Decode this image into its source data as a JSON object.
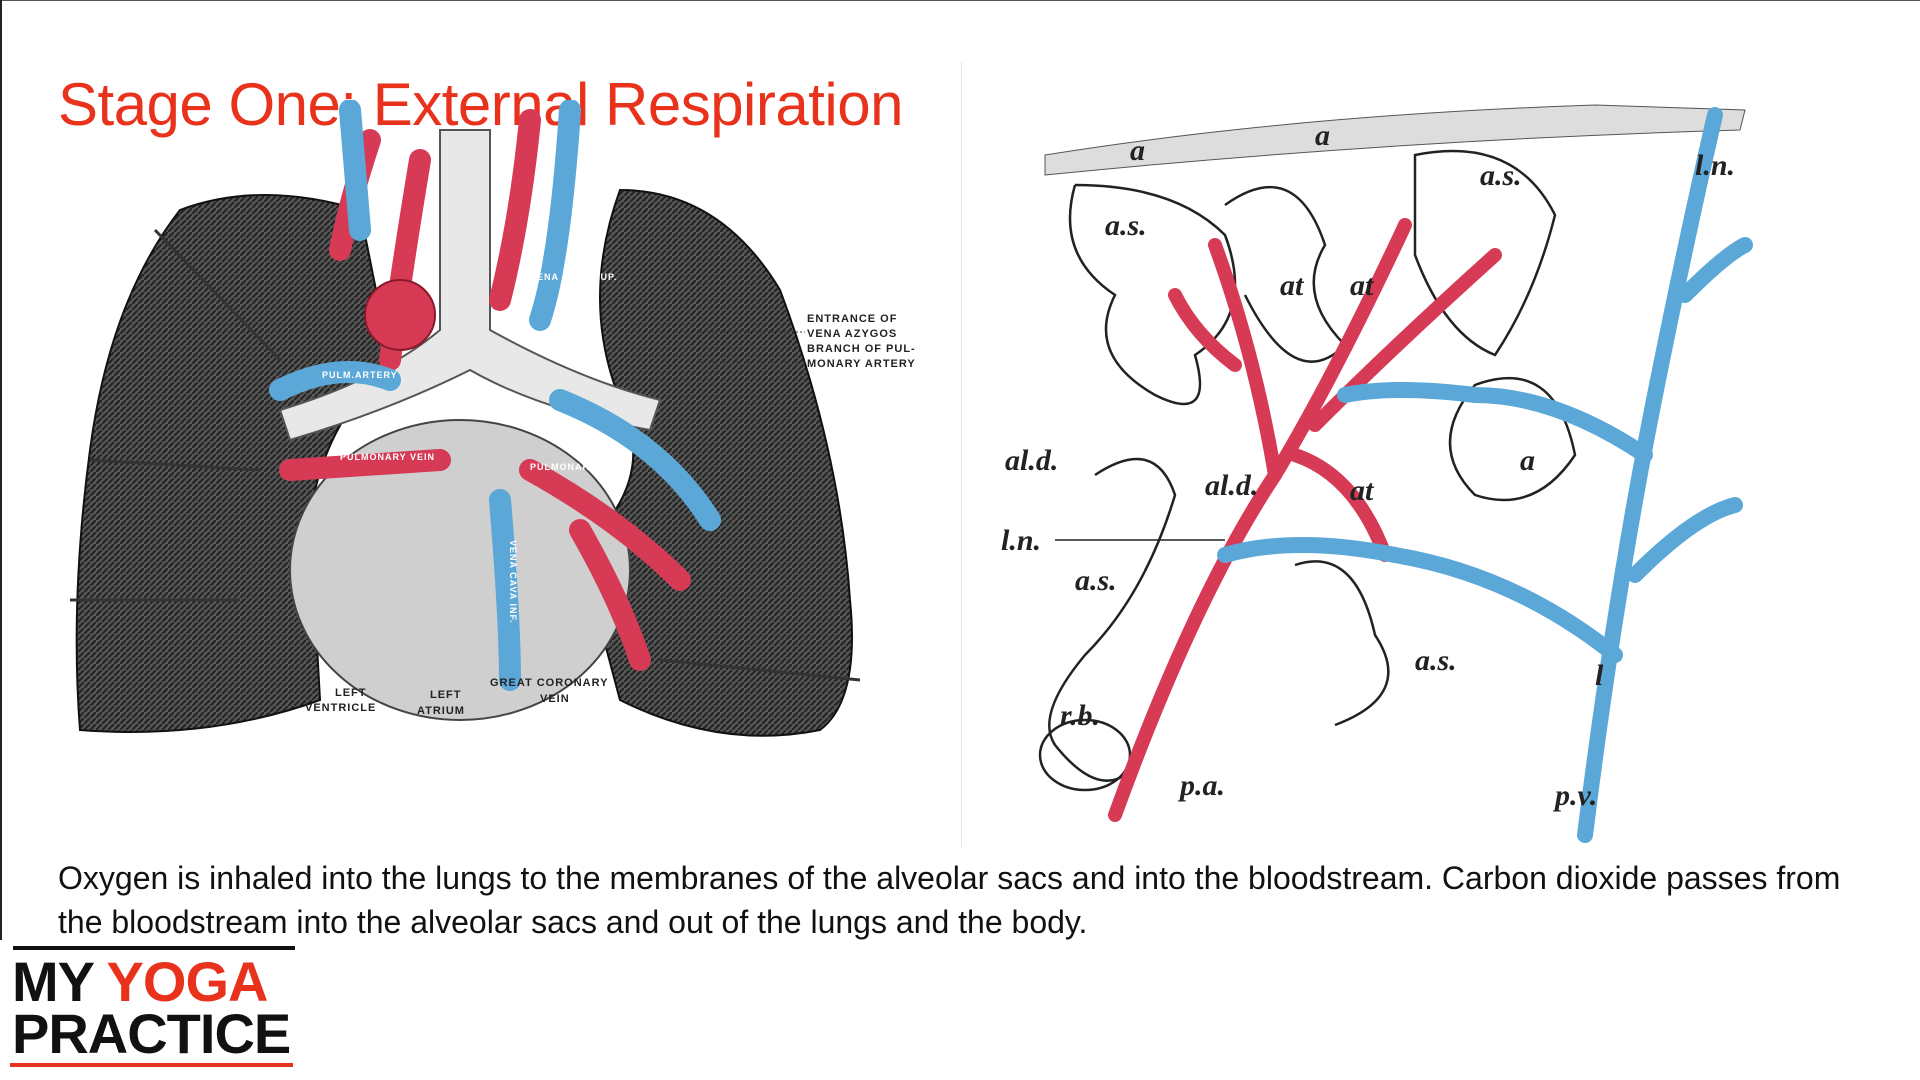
{
  "slide": {
    "title": "Stage One: External Respiration",
    "body": "Oxygen is inhaled into the lungs to the membranes of the alveolar sacs and into the bloodstream. Carbon dioxide passes from the bloodstream into the alveolar sacs and out of the lungs and the body."
  },
  "lung_diagram": {
    "labels": {
      "entrance_1": "ENTRANCE OF",
      "entrance_2": "VENA AZYGOS",
      "branch_1": "BRANCH OF PUL-",
      "branch_2": "MONARY ARTERY",
      "left_ventricle_1": "LEFT",
      "left_ventricle_2": "VENTRICLE",
      "left_atrium_1": "LEFT",
      "left_atrium_2": "ATRIUM",
      "great_coronary_1": "GREAT CORONARY",
      "great_coronary_2": "VEIN",
      "pulm_artery": "PULM.ARTERY",
      "pulmonary_vein_l": "PULMONARY VEIN",
      "pulmonary_vein_r": "PULMONARY VEIN",
      "vena_cava_sup": "VENA CAVA SUP.",
      "vena_cava_inf": "VENA CAVA INF."
    }
  },
  "alveoli_diagram": {
    "labels": {
      "a1": "a",
      "a2": "a",
      "a3": "a",
      "as1": "a.s.",
      "as2": "a.s.",
      "as3": "a.s.",
      "as4": "a.s.",
      "ln1": "l.n.",
      "ln2": "l.n.",
      "at1": "at",
      "at2": "at",
      "at3": "at",
      "ald1": "al.d.",
      "ald2": "al.d.",
      "rb": "r.b.",
      "pa": "p.a.",
      "pv": "p.v.",
      "l": "l"
    }
  },
  "logo": {
    "word1": "MY",
    "word2": "YOGA",
    "word3": "PRACTICE"
  },
  "colors": {
    "accent": "#e8321c",
    "artery": "#d63a55",
    "vein": "#5ba8d8",
    "lung": "#3a3a3a"
  }
}
